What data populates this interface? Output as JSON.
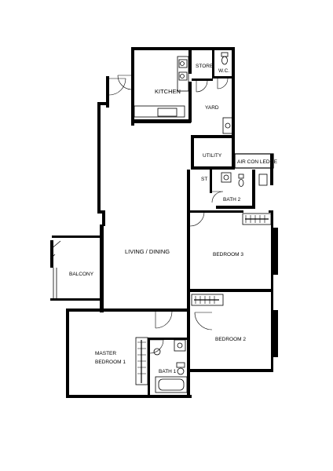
{
  "rooms": {
    "kitchen": "KITCHEN",
    "store": "STORE",
    "wc": "W.C.",
    "yard": "YARD",
    "utility": "UTILITY",
    "air_con_ledge": "AIR CON LEDGE",
    "st": "ST",
    "bath2": "BATH 2",
    "living_dining": "LIVING / DINING",
    "bedroom3": "BEDROOM 3",
    "balcony": "BALCONY",
    "bedroom2": "BEDROOM 2",
    "master_line1": "MASTER",
    "master_line2": "BEDROOM 1",
    "bath1": "BATH 1"
  }
}
